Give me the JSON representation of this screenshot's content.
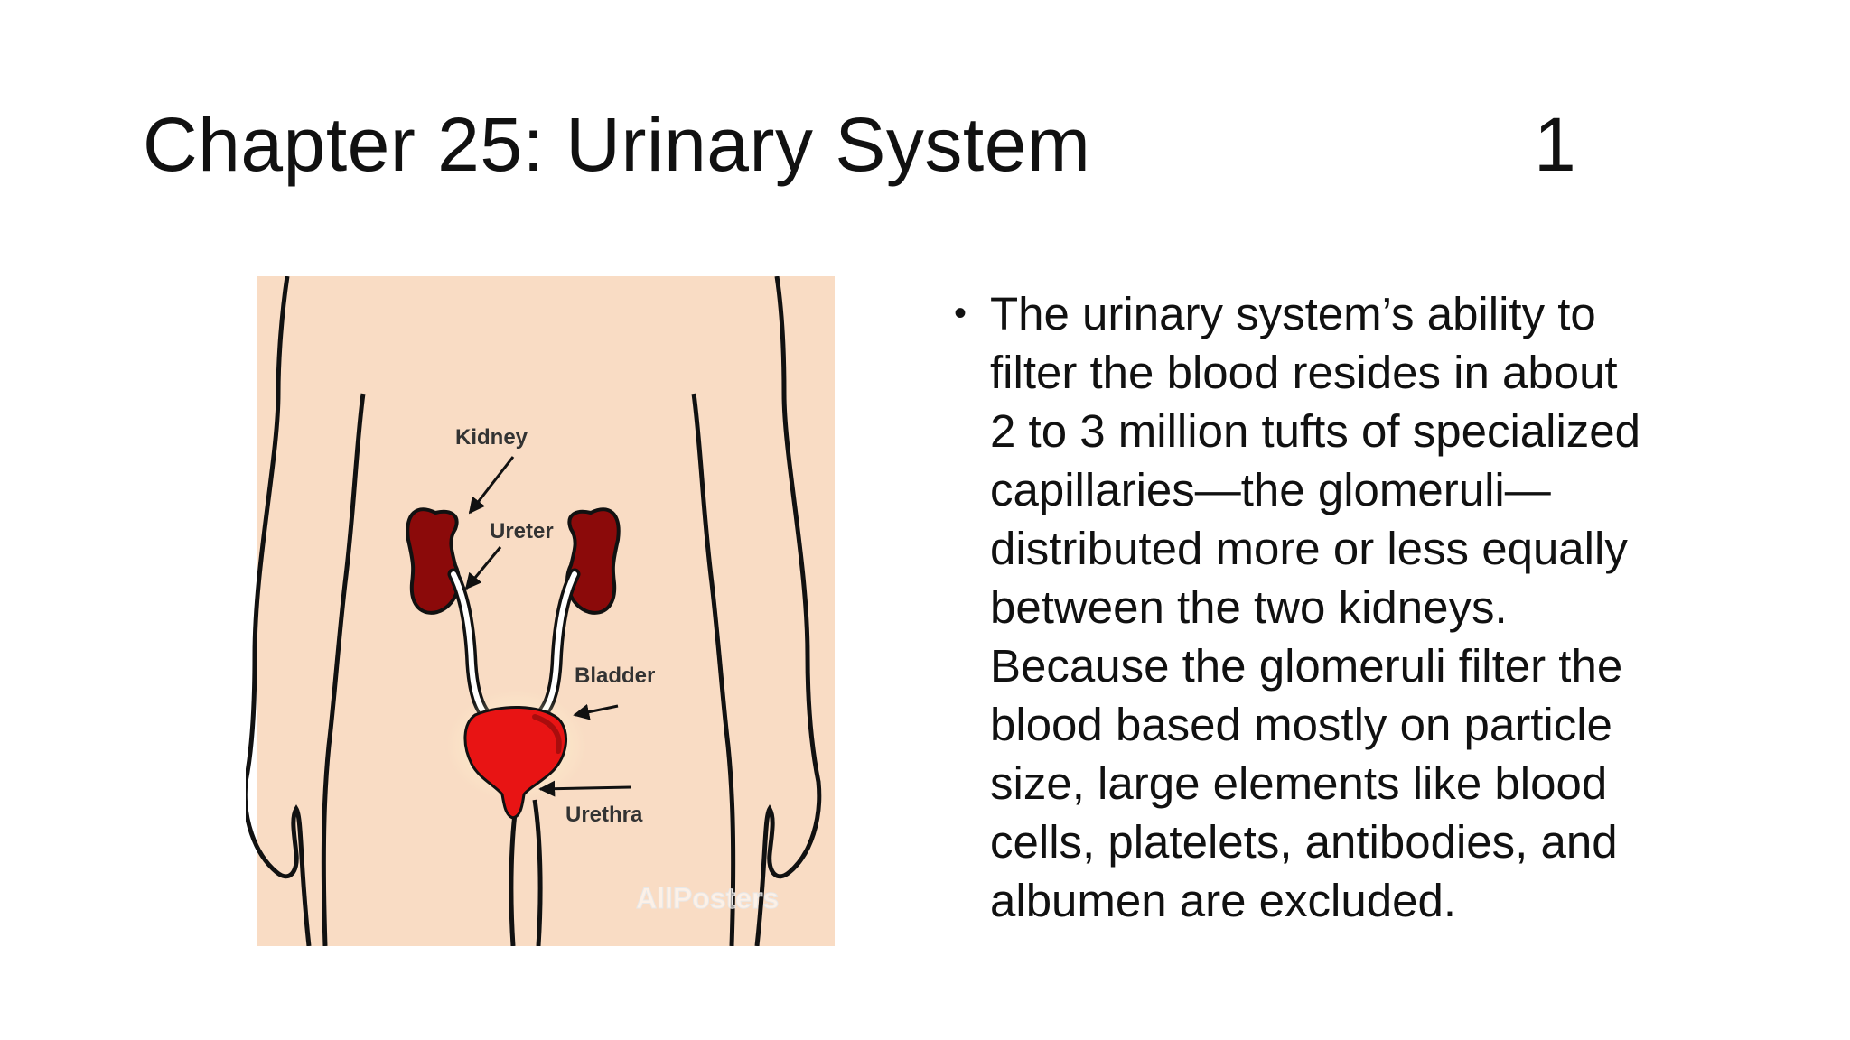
{
  "slide": {
    "title": "Chapter 25:  Urinary System",
    "number": "1"
  },
  "illustration": {
    "labels": {
      "kidney": "Kidney",
      "ureter": "Ureter",
      "bladder": "Bladder",
      "urethra": "Urethra"
    },
    "watermark": "AllPosters",
    "colors": {
      "skin": "#f9dcc4",
      "kidney": "#8b0a0a",
      "bladder": "#e81414",
      "outline": "#111111"
    }
  },
  "body": {
    "bullet": "•",
    "lines": [
      "The urinary system’s ability to",
      "filter the blood resides in about",
      "2 to 3 million tufts of specialized",
      "capillaries—the glomeruli—",
      "distributed more or less equally",
      "between the two kidneys.",
      "Because the glomeruli filter the",
      "blood based mostly on particle",
      "size, large elements like blood",
      "cells, platelets, antibodies, and",
      "albumen are excluded."
    ]
  }
}
